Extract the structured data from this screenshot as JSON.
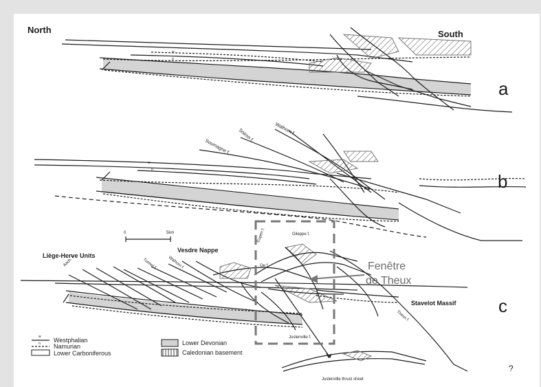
{
  "labels": {
    "north": "North",
    "south": "South",
    "panel_a": "a",
    "panel_b": "b",
    "panel_c": "c",
    "w_mark": "w",
    "n_mark": "n",
    "walhorn_b": "Walhorn f.",
    "soiron_b": "Soiron f.",
    "soumagne_b": "Soumagne f.",
    "liege_herve": "Liège-Herve Units",
    "vesdre": "Vesdre Nappe",
    "tunnel": "Tunnel f.",
    "walhorn_c": "Walhorn f.",
    "eupen": "Eupen f.",
    "gileppe": "Gileppe f.",
    "oe": "Oe f.",
    "aachen": "Aach. f.",
    "fenetre": "Fenêtre",
    "de_theux": "de Theux",
    "stavelot": "Stavelot Massif",
    "theux": "Theux f.",
    "juslenville_f": "Juslenville f.",
    "juslenville_sheet": "Juslenville thrust sheet",
    "question": "?",
    "scale_zero": "0",
    "scale_five": "5km"
  },
  "legend": {
    "westphalian": "Westphalian",
    "namurian": "Namurian",
    "lower_carboniferous": "Lower Carboniferous",
    "lower_devonian": "Lower Devonian",
    "caledonian": "Caledonian basement"
  },
  "colors": {
    "background": "#e3e3e3",
    "line": "#1c1c1c",
    "devonian_fill": "#d4d4d4",
    "highlight_box": "#777777"
  }
}
